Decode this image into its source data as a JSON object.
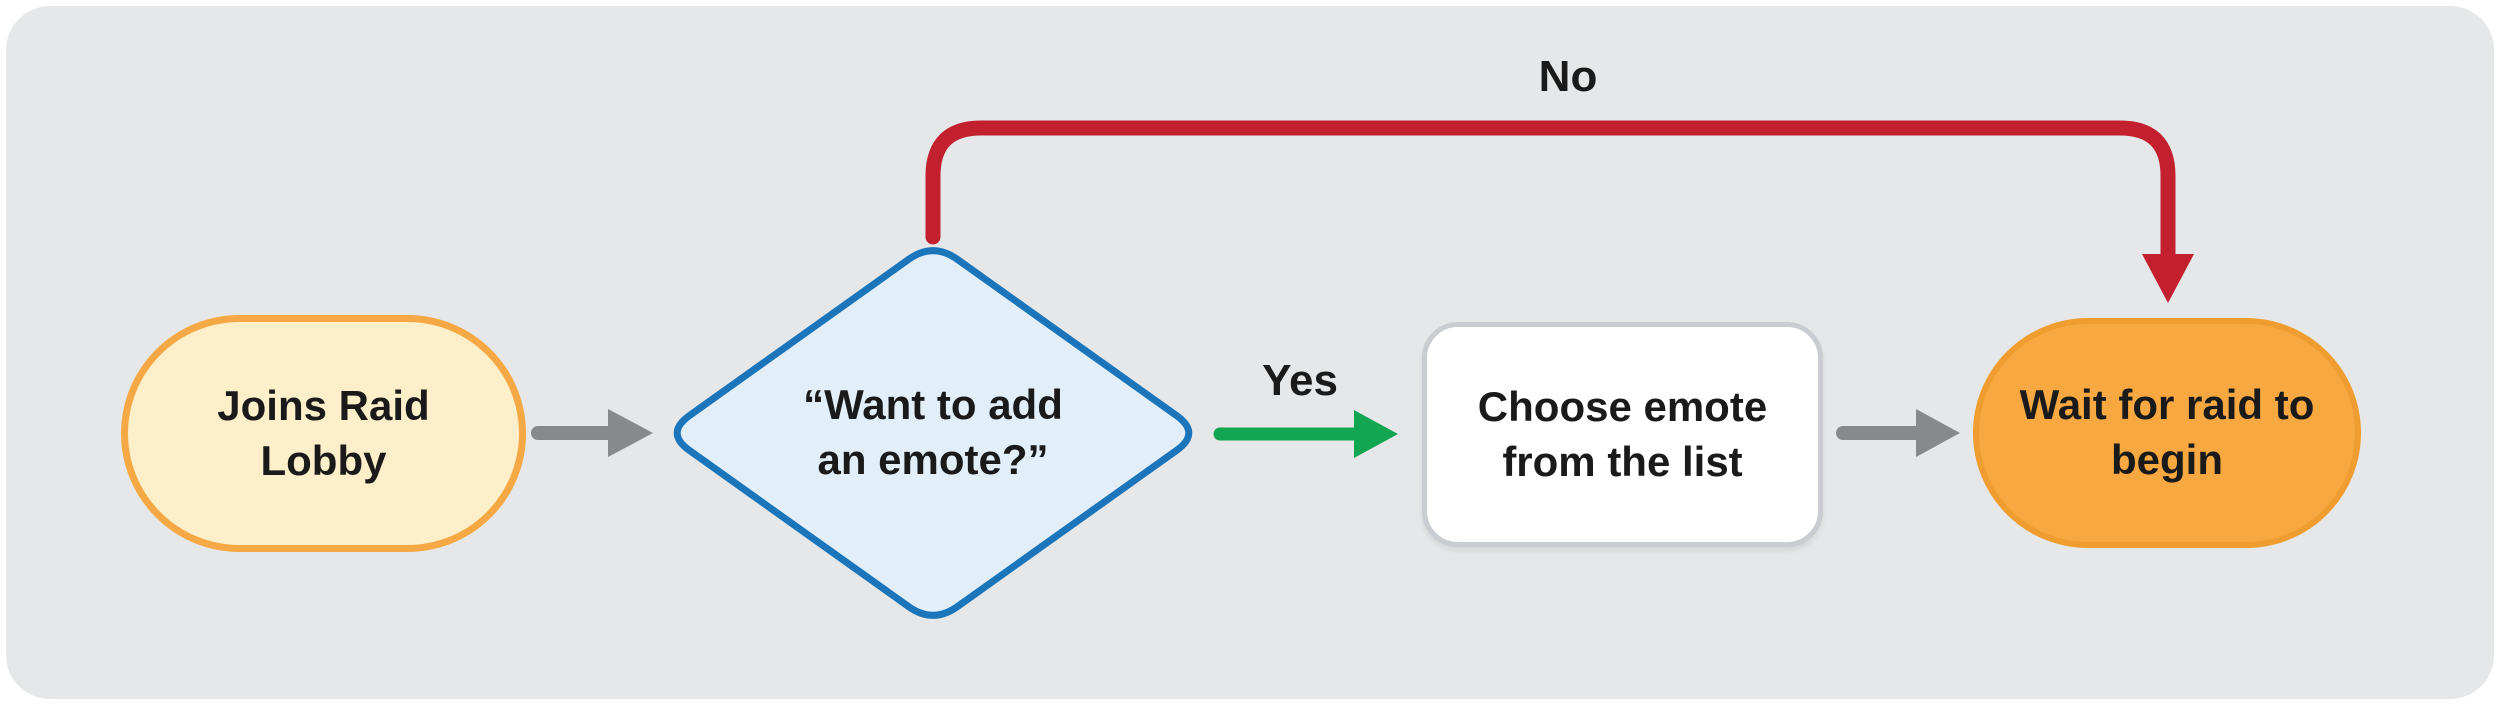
{
  "diagram": {
    "page_background": "#ffffff",
    "panel_background": "#e6e7e8",
    "text_color": "#1a1a1a",
    "nodes": {
      "start": {
        "label": "Joins Raid\nLobby",
        "shape": "pill",
        "fill": "#fcefc9",
        "border_color": "#f5a843"
      },
      "decision": {
        "label": "“Want to add\nan emote?”",
        "shape": "diamond",
        "fill": "#e2eff9",
        "border_color": "#1b75bb"
      },
      "process": {
        "label": "Choose emote\nfrom the list",
        "shape": "rounded-rect",
        "fill": "#ffffff",
        "border_color": "#c9ccd0"
      },
      "end": {
        "label": "Wait for raid to\nbegin",
        "shape": "pill",
        "fill": "#f7a840",
        "border_color": "#ef9d30"
      }
    },
    "edges": {
      "start_to_decision": {
        "color": "#87898b"
      },
      "decision_yes_to_process": {
        "label": "Yes",
        "color": "#12a653"
      },
      "process_to_end": {
        "color": "#87898b"
      },
      "decision_no_to_end": {
        "label": "No",
        "color": "#c2202f"
      }
    }
  }
}
